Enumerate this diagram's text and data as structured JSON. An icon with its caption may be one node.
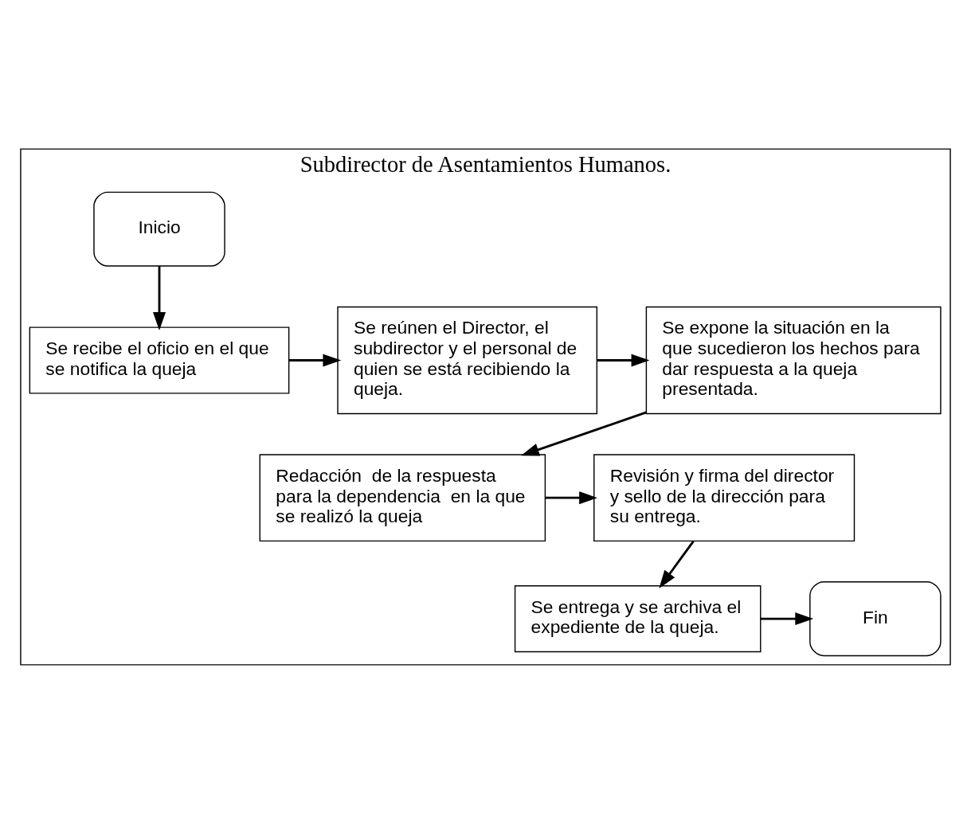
{
  "diagram": {
    "nodes": [
      {
        "text": [
          "Subdirector de Asentamientos Humanos."
        ]
      },
      {
        "text": [
          "Inicio"
        ],
        "in": 0
      },
      {
        "text": [
          "Se recibe el oficio en el que se notifica la queja"
        ],
        "in": 0
      },
      {
        "text": [
          "Se reúnen el Director, el subdirector y el personal de quien se está recibiendo la queja."
        ],
        "in": 0
      },
      {
        "text": [
          "Se expone la situación en la que sucedieron los hechos para dar respuesta a la queja presentada."
        ],
        "in": 0
      },
      {
        "text": [
          "Redacción  de la respuesta para la dependencia  en la que se realizó la queja"
        ],
        "in": 0
      },
      {
        "text": [
          "Revisión y firma del director y sello de la dirección para su entrega."
        ],
        "in": 0
      },
      {
        "text": [
          "Se entrega y se archiva el expediente de la queja."
        ],
        "in": 0
      },
      {
        "text": [
          "Fin"
        ],
        "in": 0
      }
    ],
    "edges": [
      {
        "from": 1,
        "to": 2,
        "arrow": "to"
      },
      {
        "from": 2,
        "to": 3,
        "arrow": "to"
      },
      {
        "from": 3,
        "to": 4,
        "arrow": "to"
      },
      {
        "from": 4,
        "to": 5,
        "arrow": "to"
      },
      {
        "from": 5,
        "to": 6,
        "arrow": "to"
      },
      {
        "from": 6,
        "to": 7,
        "arrow": "to"
      },
      {
        "from": 7,
        "to": 8,
        "arrow": "to"
      }
    ]
  }
}
